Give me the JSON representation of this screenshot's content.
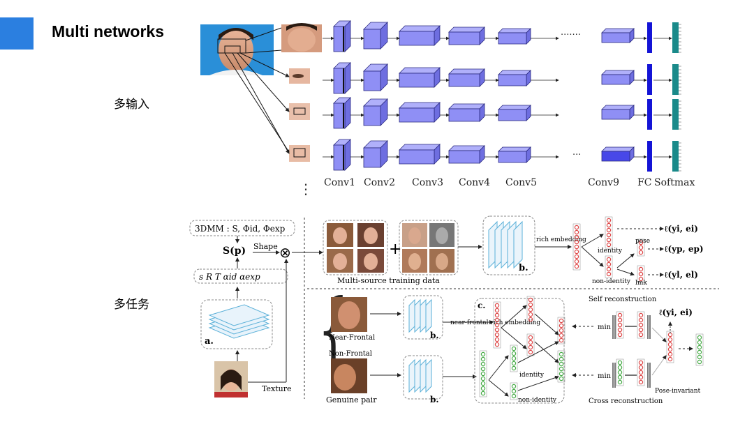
{
  "slide": {
    "title": "Multi networks",
    "accent_color": "#2b7fe0",
    "label_multi_input": "多输入",
    "label_multi_task": "多任务"
  },
  "top_figure": {
    "layer_labels": [
      "Conv1",
      "Conv2",
      "Conv3",
      "Conv4",
      "Conv5",
      "Conv9",
      "FC",
      "Softmax"
    ],
    "dots_horizontal": ".......",
    "dots_short": "...",
    "dots_vertical": "⋮",
    "block_color": "#8f8ff5",
    "fc_color": "#1414d6",
    "softmax_color": "#1a8a8a"
  },
  "bottom_figure": {
    "model_3dmm": "3DMM : S, Φid, Φexp",
    "shape_fn": "S(p)",
    "shape_label": "Shape",
    "params": "s R T αid αexp",
    "otimes": "⊗",
    "panel_a": "a.",
    "texture": "Texture",
    "training_caption": "Multi-source training data",
    "plus": "+",
    "panel_b": "b.",
    "rich_embedding": "rich embedding",
    "identity": "identity",
    "non_identity": "non-identity",
    "pose": "pose",
    "lmk": "lmk",
    "loss_identity": "ℓ(yi, ei)",
    "loss_pose": "ℓ(yp, ep)",
    "loss_lmk": "ℓ(yl, el)",
    "near_frontal": "Near-Frontal",
    "non_frontal": "Non-Frontal",
    "genuine_pair": "Genuine pair",
    "near_frontal_embedding": "near-frontal rich embedding",
    "panel_c": "c.",
    "self_reconstruction": "Self reconstruction",
    "cross_reconstruction": "Cross reconstruction",
    "min": "min",
    "pose_invariant": "Pose-invariant",
    "loss_bottom": "ℓ(yi, ei)"
  }
}
